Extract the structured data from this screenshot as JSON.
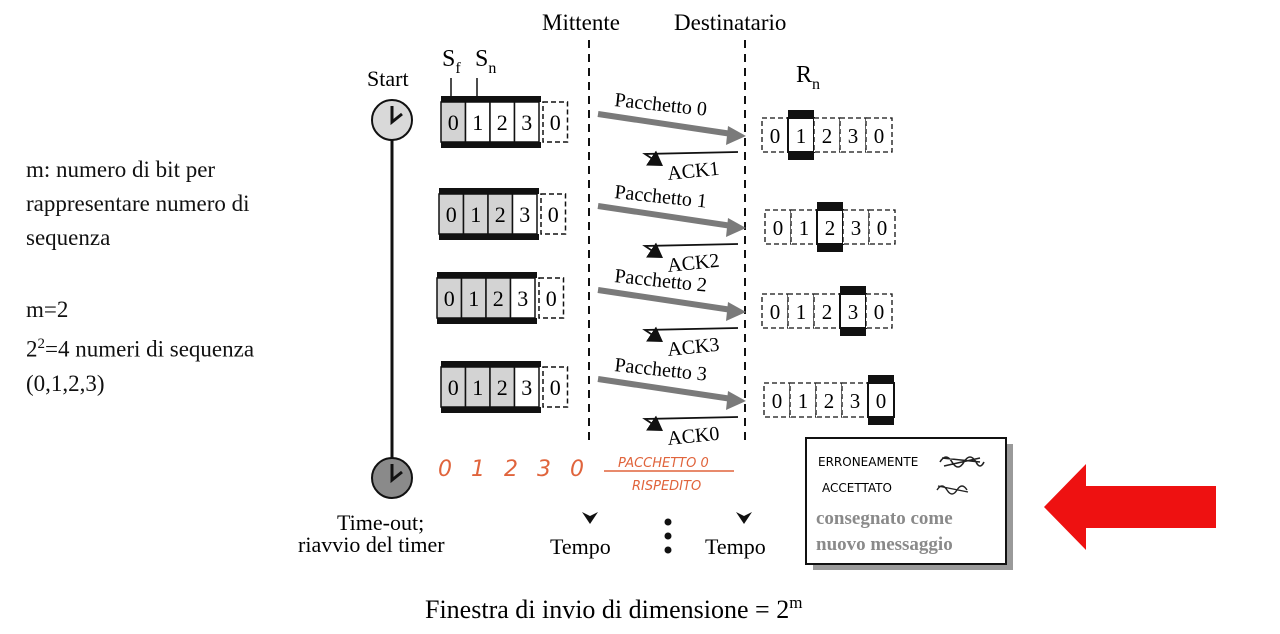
{
  "left_notes": {
    "line1": "m: numero di bit per",
    "line2": "rappresentare numero di",
    "line3": "sequenza",
    "m_value": "m=2",
    "count_base": "2",
    "count_exp": "2",
    "count_rest": "=4 numeri di sequenza",
    "list": "(0,1,2,3)"
  },
  "headers": {
    "sender": "Mittente",
    "receiver": "Destinatario"
  },
  "start_label": "Start",
  "sf_label": "S",
  "sf_sub": "f",
  "sn_label": "S",
  "sn_sub": "n",
  "rn_label": "R",
  "rn_sub": "n",
  "rows": [
    {
      "packet": "Pacchetto 0",
      "ack": "ACK1",
      "seq": [
        "0",
        "1",
        "2",
        "3",
        "0"
      ],
      "rn_index": 1
    },
    {
      "packet": "Pacchetto 1",
      "ack": "ACK2",
      "seq": [
        "0",
        "1",
        "2",
        "3",
        "0"
      ],
      "rn_index": 2
    },
    {
      "packet": "Pacchetto 2",
      "ack": "ACK3",
      "seq": [
        "0",
        "1",
        "2",
        "3",
        "0"
      ],
      "rn_index": 3
    },
    {
      "packet": "Pacchetto 3",
      "ack": "ACK0",
      "seq": [
        "0",
        "1",
        "2",
        "3",
        "0"
      ],
      "rn_index": 4
    }
  ],
  "timeout_label_1": "Time-out;",
  "timeout_label_2": "riavvio del timer",
  "time_label": "Tempo",
  "handwritten": {
    "numbers": "0 1 2 3 0",
    "resend_1": "PACCHETTO 0",
    "resend_2": "RISPEDITO",
    "erroneously": "ERRONEAMENTE",
    "accepted": "ACCETTATO"
  },
  "note_box": {
    "line1": "consegnato come",
    "line2": "nuovo messaggio"
  },
  "caption": "Finestra di invio di dimensione = 2",
  "caption_exp": "m",
  "colors": {
    "arrow_gray": "#7a7a7a",
    "red_arrow": "#ee1111",
    "handwriting": "#e0643c",
    "window_fill": "#d3d3d3"
  }
}
